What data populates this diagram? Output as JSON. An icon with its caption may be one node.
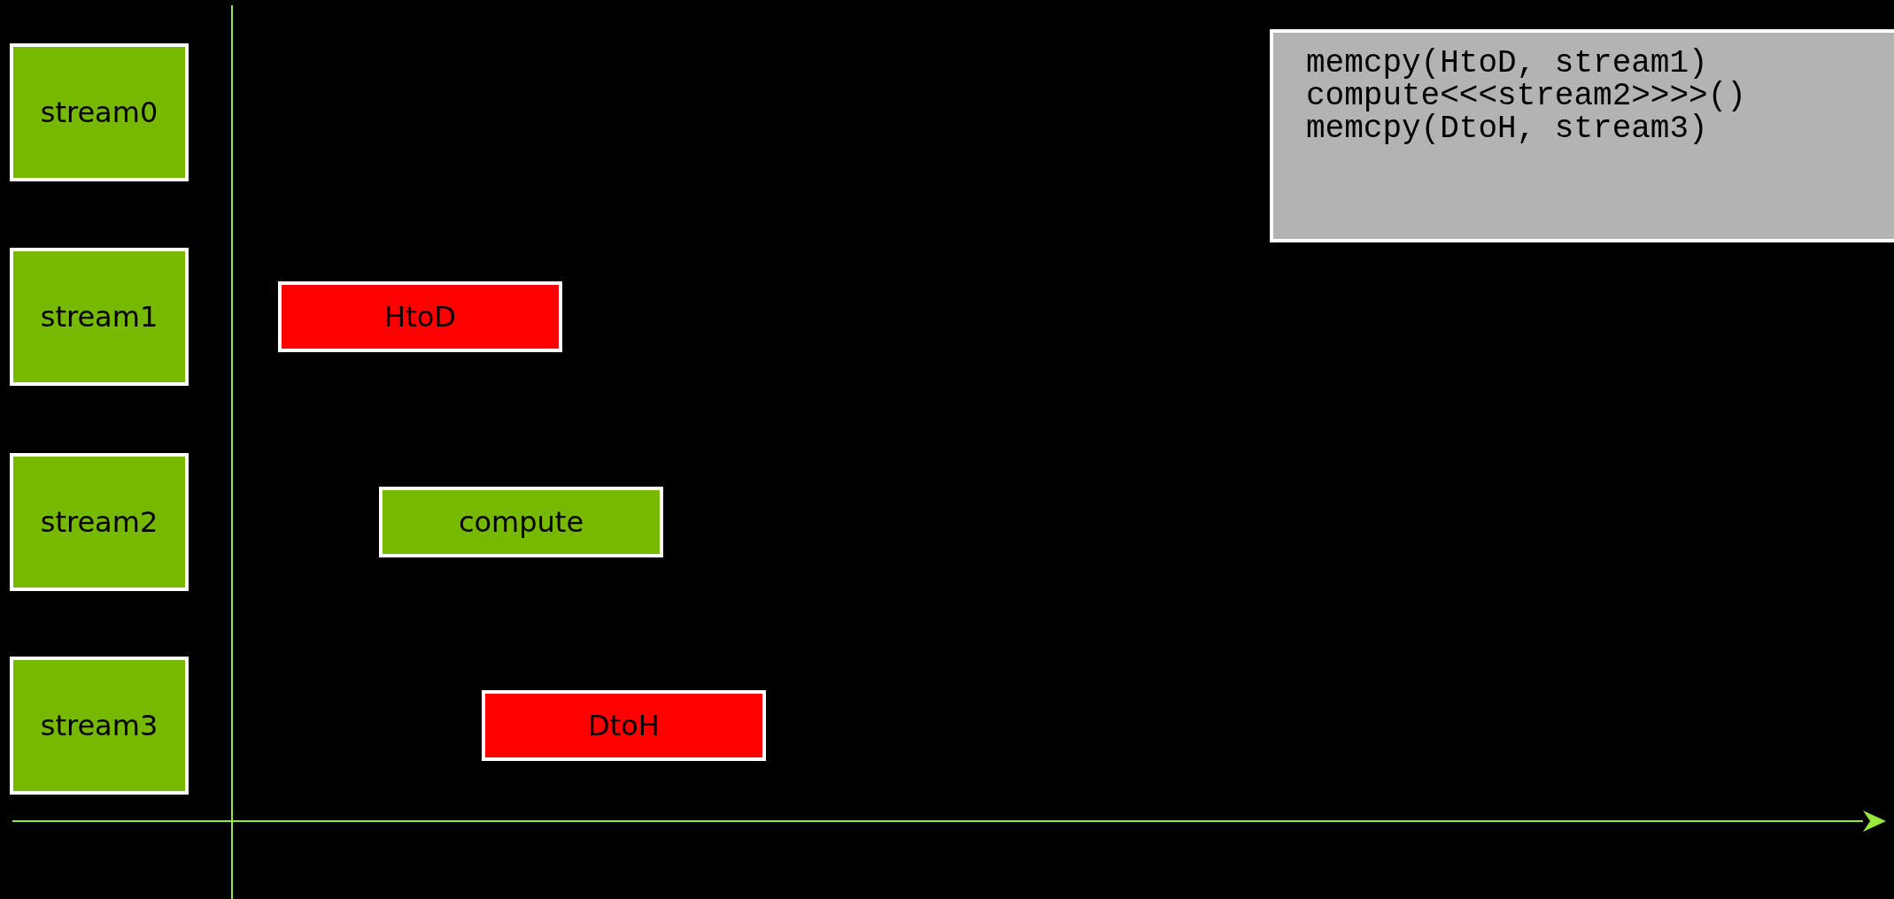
{
  "diagram": {
    "nodes": [
      {
        "text": [
          "stream0"
        ]
      },
      {
        "text": [
          "stream1"
        ]
      },
      {
        "text": [
          "stream2"
        ]
      },
      {
        "text": [
          "stream3"
        ]
      },
      {
        "text": [
          "HtoD"
        ]
      },
      {
        "text": [
          "compute"
        ]
      },
      {
        "text": [
          "DtoH"
        ]
      },
      {
        "text": [
          "memcpy(HtoD, stream1)",
          "compute<<<stream2>>>>()",
          "memcpy(DtoH, stream3)"
        ]
      }
    ],
    "edges": []
  }
}
